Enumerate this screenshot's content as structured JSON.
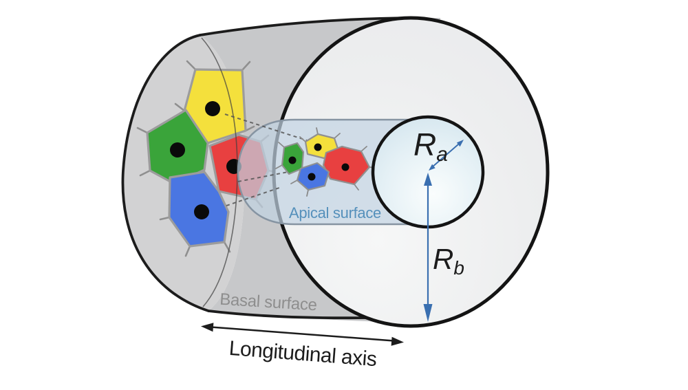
{
  "figure": {
    "type": "3d-epithelial-tissue-cylinder-schematic",
    "labels": {
      "apical_surface": "Apical surface",
      "basal_surface": "Basal surface",
      "longitudinal_axis": "Longitudinal axis",
      "r_a": {
        "symbol": "R",
        "subscript": "a"
      },
      "r_b": {
        "symbol": "R",
        "subscript": "b"
      }
    },
    "colors": {
      "cell_yellow": "#f4e03c",
      "cell_green": "#3aa43a",
      "cell_red": "#e84040",
      "cell_blue": "#4a76e2",
      "nucleus_black": "#0a0a0a",
      "cell_outline_gray": "#9c9c9c",
      "apical_tube_fill": "#c2d3e2",
      "apical_tube_stroke": "#8694a2",
      "apical_label_blue": "#5590bb",
      "basal_label_gray": "#8e8e8e",
      "radius_arrow_blue": "#3a6fb0",
      "outline_black": "#1c1c1c",
      "basal_cap_gray": "#d2d2d3",
      "body_gray": "#c7c8ca",
      "end_face_light": "#edeeef",
      "apical_face_light": "#d8e8f1"
    },
    "cells": {
      "basal_surface_cells": [
        "yellow",
        "green",
        "red",
        "blue"
      ],
      "apical_surface_cells": [
        "yellow",
        "green",
        "red",
        "blue"
      ]
    }
  }
}
